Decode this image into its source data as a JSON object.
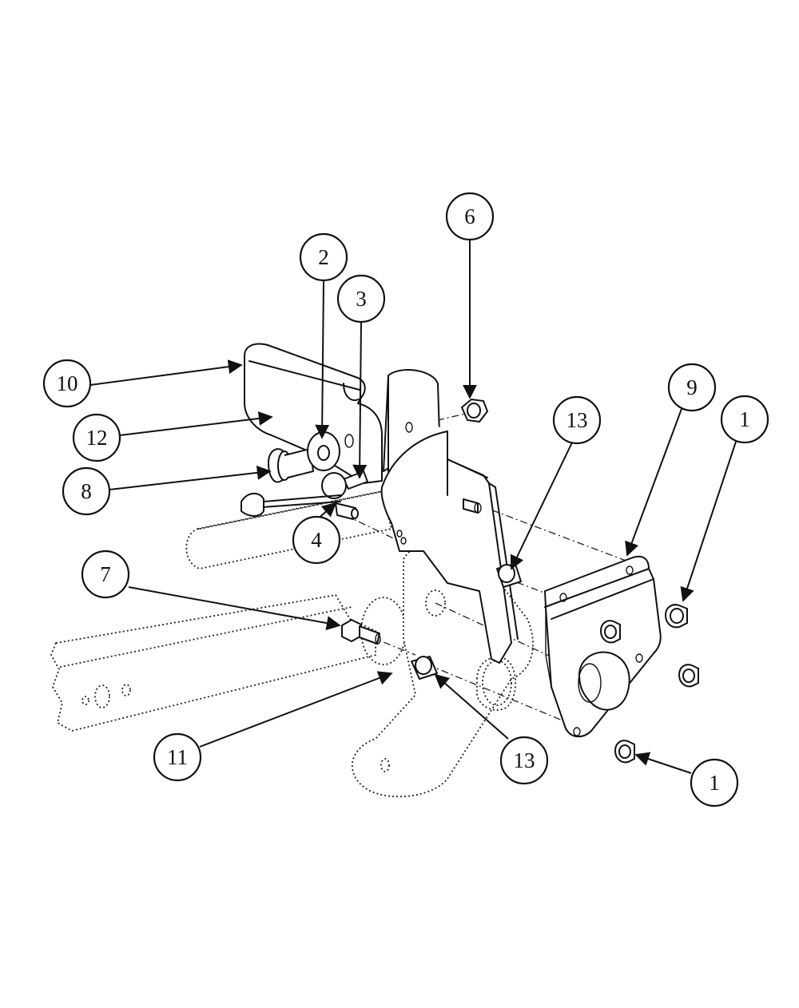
{
  "callouts": {
    "c1_top": "1",
    "c1_bottom": "1",
    "c2": "2",
    "c3": "3",
    "c4": "4",
    "c6": "6",
    "c7": "7",
    "c8": "8",
    "c9": "9",
    "c10": "10",
    "c11": "11",
    "c12": "12",
    "c13_top": "13",
    "c13_bottom": "13"
  }
}
